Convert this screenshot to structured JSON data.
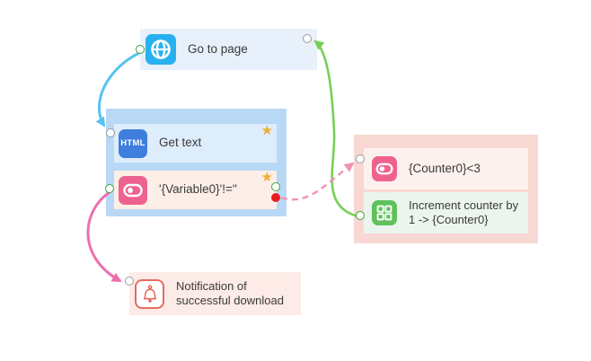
{
  "nodes": {
    "go_to_page": {
      "label": "Go to page",
      "icon": "globe-icon"
    },
    "main_group": {
      "get_text": {
        "icon": "html-icon",
        "icon_label": "HTML",
        "label": "Get text",
        "favorite": "★"
      },
      "condition": {
        "icon": "toggle-icon",
        "label": "'{Variable0}'!=''",
        "favorite": "★"
      }
    },
    "loop_group": {
      "counter_condition": {
        "icon": "toggle-icon",
        "label": "{Counter0}<3"
      },
      "increment": {
        "icon": "grid-icon",
        "label": "Increment counter by 1 -> {Counter0}"
      }
    },
    "notification": {
      "icon": "bell-icon",
      "label": "Notification of successful download"
    }
  },
  "edges": [
    {
      "from": "go_to_page",
      "to": "get_text",
      "color": "#56c3f1",
      "style": "solid"
    },
    {
      "from": "increment",
      "to": "go_to_page",
      "color": "#76cf55",
      "style": "solid"
    },
    {
      "from": "condition_red_output",
      "to": "counter_condition",
      "color": "#f393b5",
      "style": "dashed"
    },
    {
      "from": "condition",
      "to": "notification",
      "color": "#ee6fad",
      "style": "solid"
    }
  ],
  "colors": {
    "edge_blue": "#56c3f1",
    "edge_green": "#76cf55",
    "edge_pink_dashed": "#f393b5",
    "edge_pink": "#ee6fad",
    "connector_input": "#9a9a9a",
    "connector_output": "#3da33d",
    "connector_red_dot": "#e81c1c",
    "favorite_star": "#f1ac33",
    "globe_icon_bg": "#28b1ef",
    "html_icon_bg": "#3e7edd",
    "toggle_icon_bg": "#ee6290",
    "grid_icon_bg": "#5ec15a",
    "bell_icon": "#e76a5f",
    "go_to_page_bg": "#e8f1fb",
    "main_group_bg": "#b9d8f5",
    "get_text_row_bg": "#ddedfb",
    "condition_row_bg": "#fdefe8",
    "loop_group_bg": "#f8d8d3",
    "counter_row_bg": "#fdf1ee",
    "increment_row_bg": "#ecf4ee",
    "notification_bg": "#fdebe7"
  }
}
